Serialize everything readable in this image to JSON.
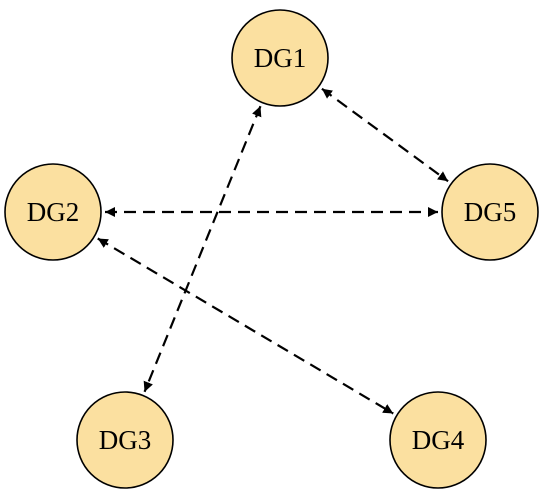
{
  "colors": {
    "node_fill": "#fbe0a0",
    "node_stroke": "#000000",
    "edge": "#000000",
    "background": "#ffffff"
  },
  "nodes": [
    {
      "id": "DG1",
      "label": "DG1"
    },
    {
      "id": "DG2",
      "label": "DG2"
    },
    {
      "id": "DG3",
      "label": "DG3"
    },
    {
      "id": "DG4",
      "label": "DG4"
    },
    {
      "id": "DG5",
      "label": "DG5"
    }
  ],
  "edges": [
    {
      "from": "DG1",
      "to": "DG5",
      "style": "dashed",
      "arrows": "both"
    },
    {
      "from": "DG2",
      "to": "DG5",
      "style": "dashed",
      "arrows": "both"
    },
    {
      "from": "DG1",
      "to": "DG3",
      "style": "dashed",
      "arrows": "both"
    },
    {
      "from": "DG2",
      "to": "DG4",
      "style": "dashed",
      "arrows": "both"
    }
  ]
}
